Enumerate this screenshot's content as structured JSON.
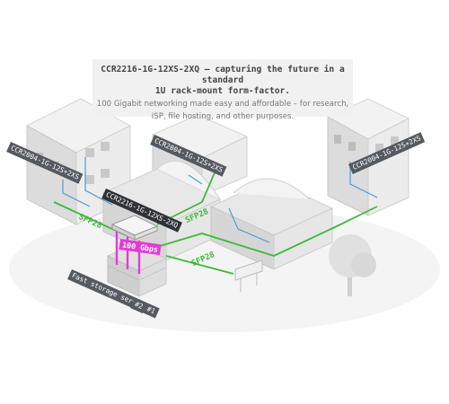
{
  "caption": {
    "headline_line1": "CCR2216-1G-12XS-2XQ – capturing the future in a standard",
    "headline_line2": "1U rack-mount form-factor.",
    "sub_line1": "100 Gigabit networking made easy and affordable – for research,",
    "sub_line2": "ISP, file hosting, and other purposes."
  },
  "devices": {
    "left_switch": "CCR2004-1G-12S+2XS",
    "center_switch": "CCR2004-1G-12S+2XS",
    "right_switch": "CCR2004-1G-12S+2XS",
    "core_router": "CCR2216-1G-12XS-2XQ"
  },
  "links": {
    "sfp_upper": "SFP28",
    "sfp_lower": "SFP28",
    "sfp_left": "SFP28",
    "speed_badge": "100 Gbps"
  },
  "storage": {
    "server_1": "Fast storage server #1",
    "server_2": "#2"
  },
  "colors": {
    "fiber_green": "#3fb83c",
    "uplink_magenta": "#e63ad6",
    "lan_blue": "#4f9ad8",
    "building_light": "#e9e9e9",
    "building_shade": "#cfcfcf",
    "label_bg": "#555a60"
  }
}
